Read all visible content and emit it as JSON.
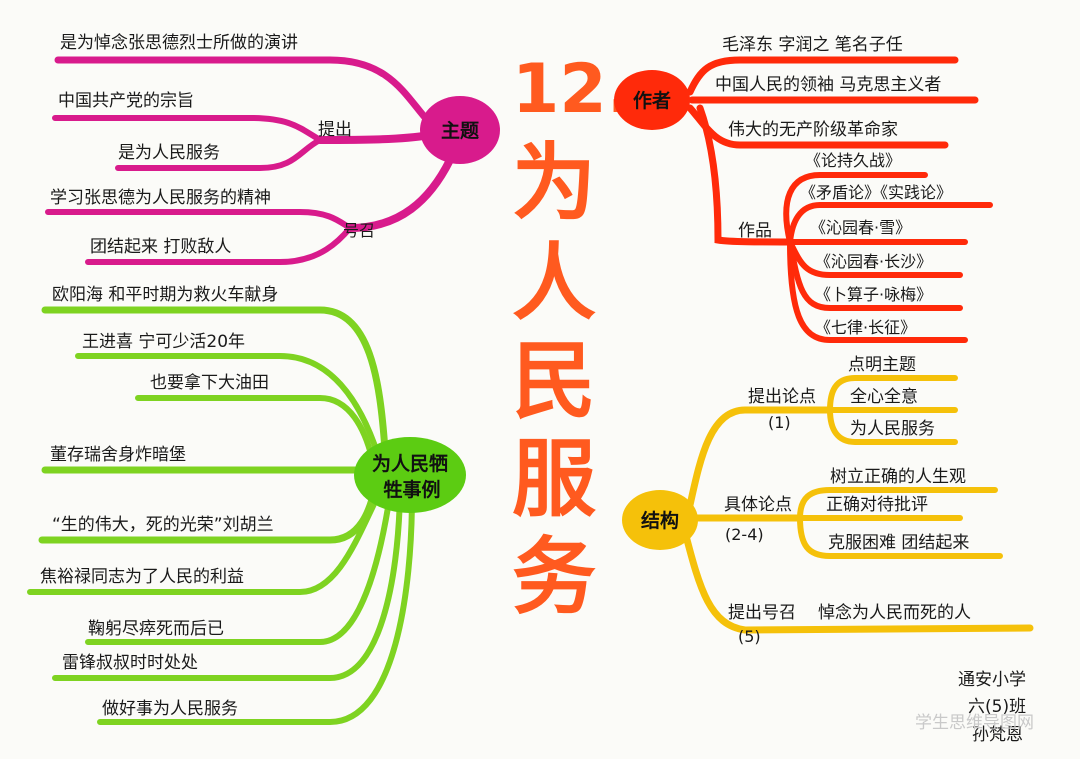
{
  "title": {
    "number": "12.",
    "chars": [
      "为",
      "人",
      "民",
      "服",
      "务"
    ]
  },
  "topic": {
    "label": "主题",
    "sub_tichu": "提出",
    "sub_haozhao": "号召",
    "items": [
      "是为悼念张思德烈士所做的演讲",
      "中国共产党的宗旨",
      "是为人民服务",
      "学习张思德为人民服务的精神",
      "团结起来 打败敌人"
    ]
  },
  "examples": {
    "label_line1": "为人民牺",
    "label_line2": "牲事例",
    "items": [
      "欧阳海 和平时期为救火车献身",
      "王进喜 宁可少活20年",
      "也要拿下大油田",
      "董存瑞舍身炸暗堡",
      "“生的伟大，死的光荣”刘胡兰",
      "焦裕禄同志为了人民的利益",
      "鞠躬尽瘁死而后已",
      "雷锋叔叔时时处处",
      "做好事为人民服务"
    ]
  },
  "author": {
    "label": "作者",
    "items": [
      "毛泽东 字润之 笔名子任",
      "中国人民的领袖 马克思主义者",
      "伟大的无产阶级革命家"
    ],
    "works_label": "作品",
    "works": [
      "《论持久战》",
      "《矛盾论》《实践论》",
      "《沁园春·雪》",
      "《沁园春·长沙》",
      "《卜算子·咏梅》",
      "《七律·长征》"
    ]
  },
  "structure": {
    "label": "结构",
    "part1_line1": "提出论点",
    "part1_line2": "(1)",
    "part1_items": [
      "点明主题",
      "全心全意",
      "为人民服务"
    ],
    "part2_line1": "具体论点",
    "part2_line2": "(2-4)",
    "part2_items": [
      "树立正确的人生观",
      "正确对待批评",
      "克服困难 团结起来"
    ],
    "part3_line1": "提出号召",
    "part3_line2": "(5)",
    "part3_item": "悼念为人民而死的人"
  },
  "signature": {
    "school": "通安小学",
    "class": "六(5)班",
    "name": "孙梵恩"
  },
  "watermark": "学生思维导图网",
  "colors": {
    "topic": "#d81b8c",
    "examples": "#7ed321",
    "author": "#ff2a0a",
    "structure": "#f5c10a",
    "title": "#ff5a1f"
  }
}
